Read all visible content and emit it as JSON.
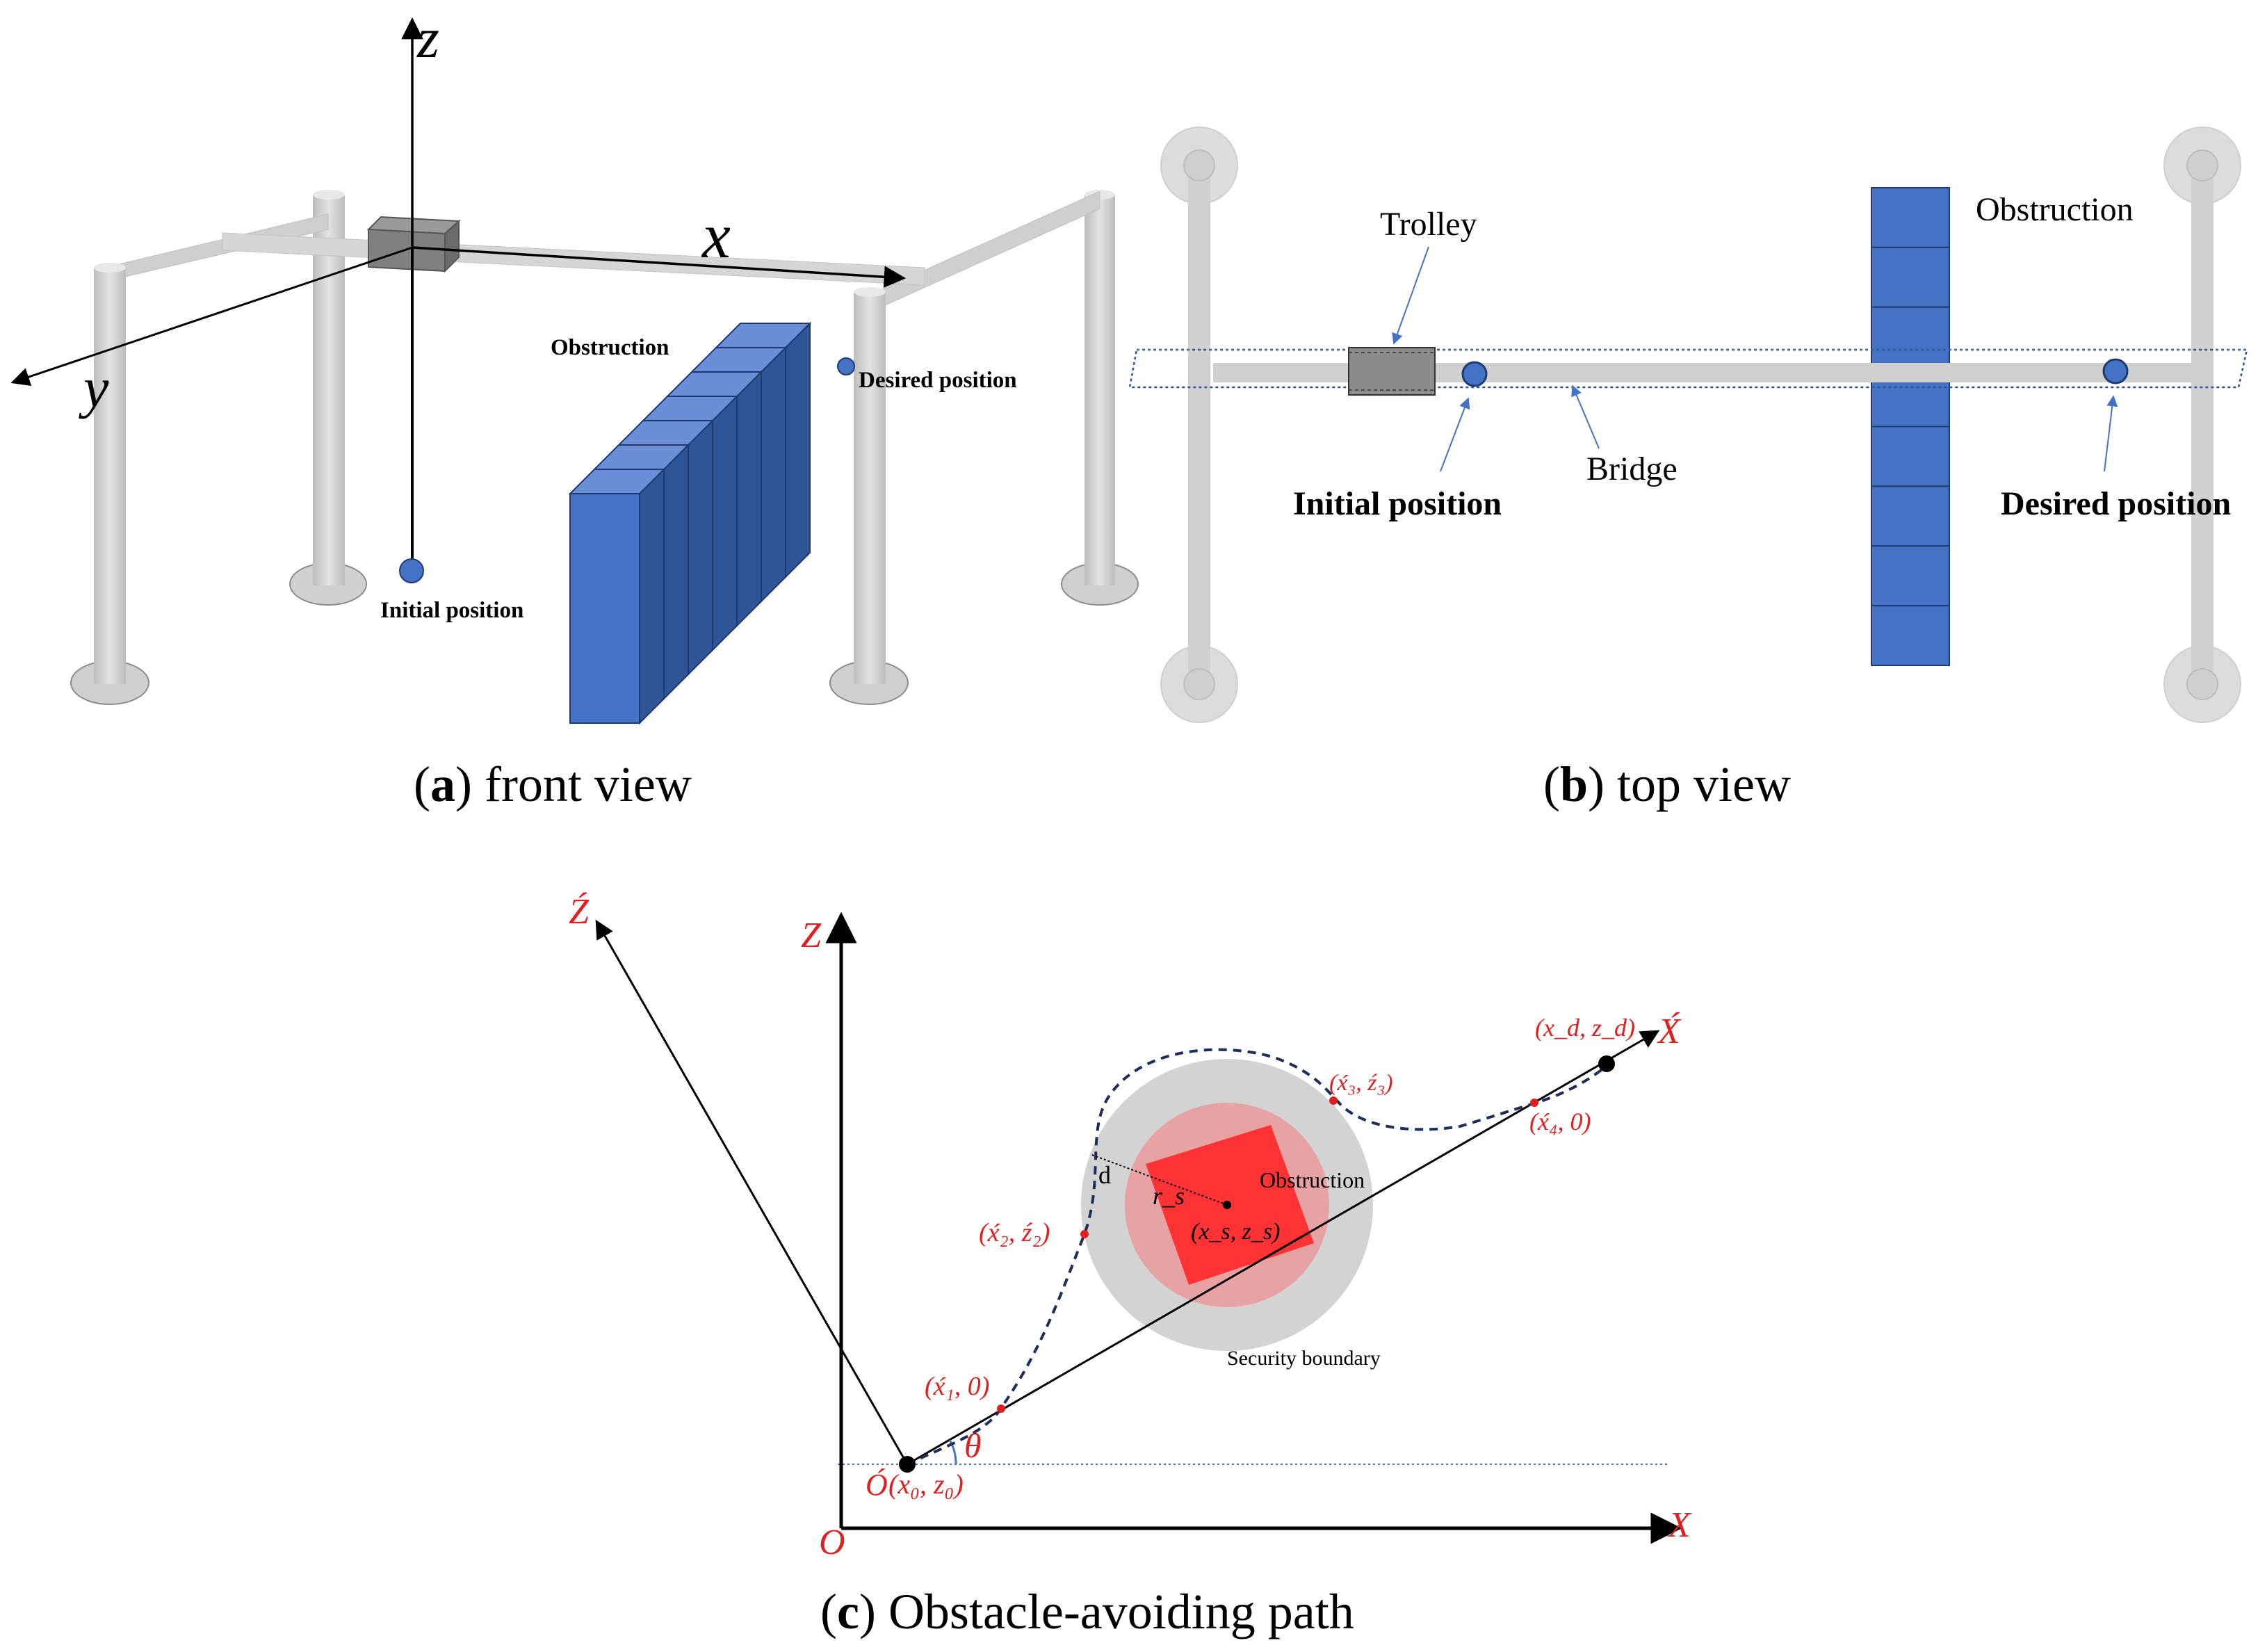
{
  "panel_a": {
    "caption_letter": "a",
    "caption_text": "front view",
    "axis_z": "z",
    "axis_x": "x",
    "axis_y": "y",
    "obstruction_label": "Obstruction",
    "desired_label": "Desired position",
    "initial_label": "Initial position"
  },
  "panel_b": {
    "caption_letter": "b",
    "caption_text": "top view",
    "trolley_label": "Trolley",
    "obstruction_label": "Obstruction",
    "bridge_label": "Bridge",
    "initial_label": "Initial position",
    "desired_label": "Desired position"
  },
  "panel_c": {
    "caption_letter": "c",
    "caption_text": "Obstacle-avoiding path",
    "axis_Z": "Z",
    "axis_X": "X",
    "origin_O": "O",
    "axis_Zp": "Ź",
    "axis_Xp": "X́",
    "origin_Op": "Ó",
    "theta": "θ",
    "p0": "(x₀, z₀)",
    "p1": "(x́₁, 0)",
    "p2": "(x́₂, ź₂)",
    "p3": "(x́₃, ź₃)",
    "p4": "(x́₄, 0)",
    "pd": "(x_d, z_d)",
    "ps": "(x_s, z_s)",
    "d_label": "d",
    "rs_label": "r_s",
    "obstruction_label": "Obstruction",
    "security_label": "Security boundary"
  },
  "colors": {
    "frame_gray": "#d2d2d2",
    "frame_dark": "#a6a6a6",
    "obstruction_blue": "#4472c4",
    "obstruction_blue_dark": "#2f5597",
    "accent_red": "#e02020",
    "path_navy": "#1f2d5a",
    "security_gray": "#d3d3d3"
  }
}
